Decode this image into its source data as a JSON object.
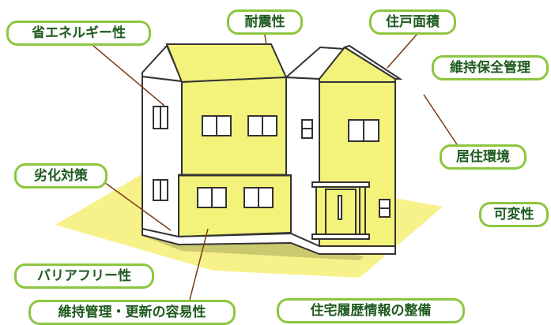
{
  "labels": {
    "energy": "省エネルギー性",
    "earthquake": "耐震性",
    "floor_area": "住戸面積",
    "maintenance": "維持保全管理",
    "environment": "居住環境",
    "deterioration": "劣化対策",
    "variability": "可変性",
    "barrier_free": "バリアフリー性",
    "update_ease": "維持管理・更新の容易性",
    "history": "住宅履歴情報の整備"
  },
  "colors": {
    "house_fill": "#f3f27a",
    "ground_fill": "#f7f18a",
    "outline": "#333333",
    "label_border": "#8cc63f",
    "label_text": "#1e5a1e",
    "leader_line": "#7a3b12"
  }
}
